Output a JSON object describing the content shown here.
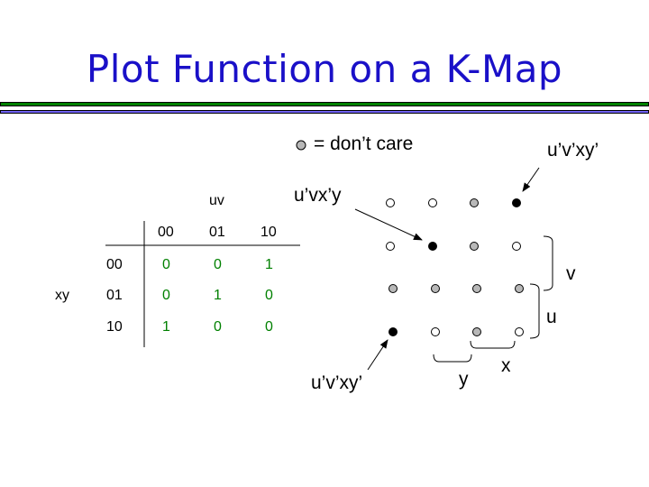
{
  "title": "Plot Function on a K-Map",
  "kmap": {
    "col_var": "uv",
    "row_var": "xy",
    "col_headers": [
      "00",
      "01",
      "10"
    ],
    "rows": [
      {
        "label": "00",
        "values": [
          "0",
          "0",
          "1"
        ]
      },
      {
        "label": "01",
        "values": [
          "0",
          "1",
          "0"
        ]
      },
      {
        "label": "10",
        "values": [
          "1",
          "0",
          "0"
        ]
      }
    ]
  },
  "legend": {
    "text": "= don’t care"
  },
  "dots": [
    [
      "white",
      "white",
      "gray",
      "black"
    ],
    [
      "white",
      "black",
      "gray",
      "white"
    ],
    [
      "gray",
      "gray",
      "gray",
      "gray"
    ],
    [
      "black",
      "white",
      "gray",
      "white"
    ]
  ],
  "colors": {
    "white": "#ffffff",
    "gray": "#b8b8b8",
    "black": "#000000",
    "title": "#1a10c8",
    "green": "#008000"
  },
  "annotations": {
    "top_right": "u’v’xy’",
    "mid_left": "u’vx’y",
    "bottom_left": "u’v’xy’",
    "v": "v",
    "u": "u",
    "x": "x",
    "y": "y"
  }
}
